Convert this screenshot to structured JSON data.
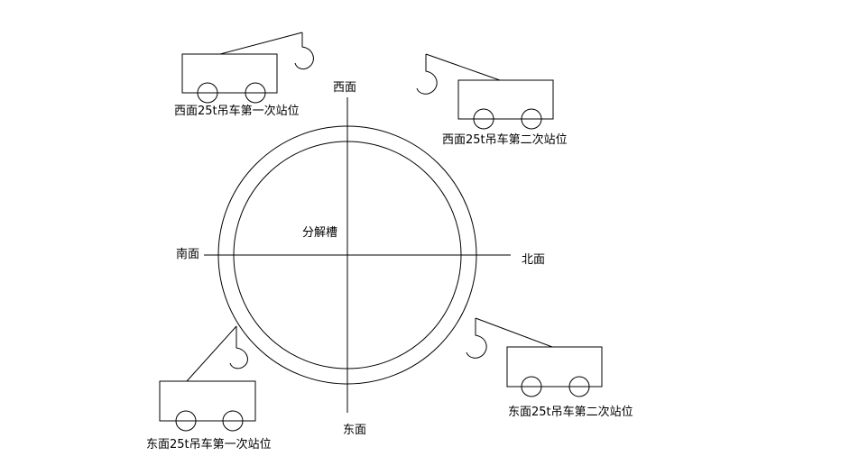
{
  "directions": {
    "west": "西面",
    "east": "东面",
    "south": "南面",
    "north": "北面"
  },
  "center_label": "分解槽",
  "cranes": [
    {
      "label": "西面25t吊车第一次站位"
    },
    {
      "label": "西面25t吊车第二次站位"
    },
    {
      "label": "东面25t吊车第一次站位"
    },
    {
      "label": "东面25t吊车第二次站位"
    }
  ]
}
